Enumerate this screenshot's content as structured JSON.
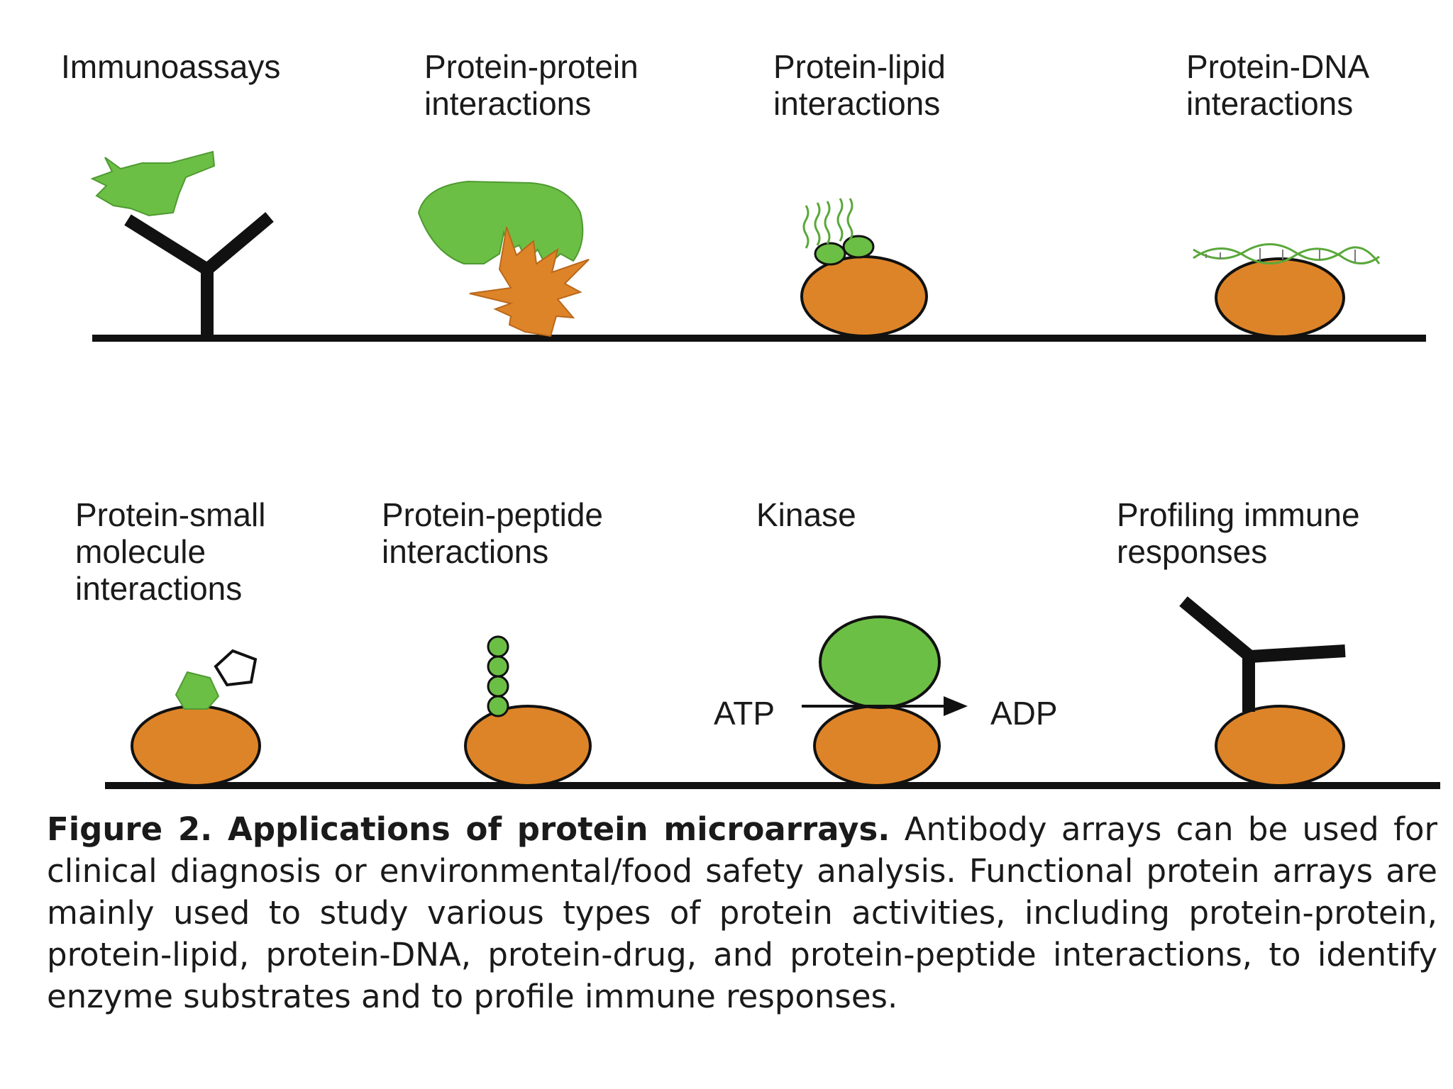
{
  "panels": {
    "top": [
      {
        "lines": [
          "Immunoassays"
        ]
      },
      {
        "lines": [
          "Protein-protein",
          "interactions"
        ]
      },
      {
        "lines": [
          "Protein-lipid",
          "interactions"
        ]
      },
      {
        "lines": [
          "Protein-DNA",
          "interactions"
        ]
      }
    ],
    "bottom": [
      {
        "lines": [
          "Protein-small",
          "molecule",
          "interactions"
        ]
      },
      {
        "lines": [
          "Protein-peptide",
          "interactions"
        ]
      },
      {
        "lines": [
          "Kinase"
        ]
      },
      {
        "lines": [
          "Profiling immune",
          "responses"
        ]
      }
    ]
  },
  "kinase": {
    "substrate": "ATP",
    "product": "ADP"
  },
  "caption": {
    "title": "Figure 2. Applications of protein microarrays.",
    "body": "Antibody arrays can be used for clinical diagnosis or environmental/food safety analysis. Functional protein arrays are mainly used to study various types of protein activities, including protein-protein, protein-lipid, protein-DNA, protein-drug, and protein-peptide interactions, to identify enzyme substrates and to profile immune responses."
  },
  "colors": {
    "green": "#6cbf45",
    "orange": "#de8428",
    "black": "#111111"
  }
}
